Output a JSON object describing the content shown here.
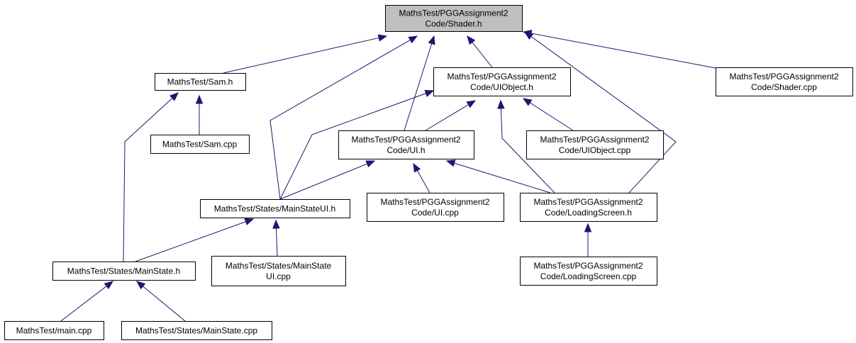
{
  "colors": {
    "background": "#ffffff",
    "node_fill": "#ffffff",
    "root_fill": "#bfbfbf",
    "node_border": "#000000",
    "edge": "#191970"
  },
  "nodes": {
    "shader_h": {
      "lines": [
        "MathsTest/PGGAssignment2",
        "Code/Shader.h"
      ]
    },
    "sam_h": {
      "lines": [
        "MathsTest/Sam.h"
      ]
    },
    "uiobject_h": {
      "lines": [
        "MathsTest/PGGAssignment2",
        "Code/UIObject.h"
      ]
    },
    "shader_cpp": {
      "lines": [
        "MathsTest/PGGAssignment2",
        "Code/Shader.cpp"
      ]
    },
    "sam_cpp": {
      "lines": [
        "MathsTest/Sam.cpp"
      ]
    },
    "ui_h": {
      "lines": [
        "MathsTest/PGGAssignment2",
        "Code/UI.h"
      ]
    },
    "uiobject_cpp": {
      "lines": [
        "MathsTest/PGGAssignment2",
        "Code/UIObject.cpp"
      ]
    },
    "mainstateui_h": {
      "lines": [
        "MathsTest/States/MainStateUI.h"
      ]
    },
    "ui_cpp": {
      "lines": [
        "MathsTest/PGGAssignment2",
        "Code/UI.cpp"
      ]
    },
    "loadingscreen_h": {
      "lines": [
        "MathsTest/PGGAssignment2",
        "Code/LoadingScreen.h"
      ]
    },
    "mainstate_h": {
      "lines": [
        "MathsTest/States/MainState.h"
      ]
    },
    "mainstateui_cpp": {
      "lines": [
        "MathsTest/States/MainState",
        "UI.cpp"
      ]
    },
    "loadingscreen_cpp": {
      "lines": [
        "MathsTest/PGGAssignment2",
        "Code/LoadingScreen.cpp"
      ]
    },
    "main_cpp": {
      "lines": [
        "MathsTest/main.cpp"
      ]
    },
    "mainstate_cpp": {
      "lines": [
        "MathsTest/States/MainState.cpp"
      ]
    }
  },
  "edges": [
    {
      "from": "sam_h",
      "to": "shader_h"
    },
    {
      "from": "mainstateui_h",
      "to": "shader_h"
    },
    {
      "from": "ui_h",
      "to": "shader_h"
    },
    {
      "from": "uiobject_h",
      "to": "shader_h"
    },
    {
      "from": "loadingscreen_h",
      "to": "shader_h"
    },
    {
      "from": "shader_cpp",
      "to": "shader_h"
    },
    {
      "from": "sam_cpp",
      "to": "sam_h"
    },
    {
      "from": "mainstate_h",
      "to": "sam_h"
    },
    {
      "from": "mainstateui_h",
      "to": "uiobject_h"
    },
    {
      "from": "ui_h",
      "to": "uiobject_h"
    },
    {
      "from": "loadingscreen_h",
      "to": "uiobject_h"
    },
    {
      "from": "uiobject_cpp",
      "to": "uiobject_h"
    },
    {
      "from": "mainstateui_h",
      "to": "ui_h"
    },
    {
      "from": "ui_cpp",
      "to": "ui_h"
    },
    {
      "from": "loadingscreen_h",
      "to": "ui_h"
    },
    {
      "from": "mainstate_h",
      "to": "mainstateui_h"
    },
    {
      "from": "mainstateui_cpp",
      "to": "mainstateui_h"
    },
    {
      "from": "loadingscreen_cpp",
      "to": "loadingscreen_h"
    },
    {
      "from": "main_cpp",
      "to": "mainstate_h"
    },
    {
      "from": "mainstate_cpp",
      "to": "mainstate_h"
    }
  ]
}
